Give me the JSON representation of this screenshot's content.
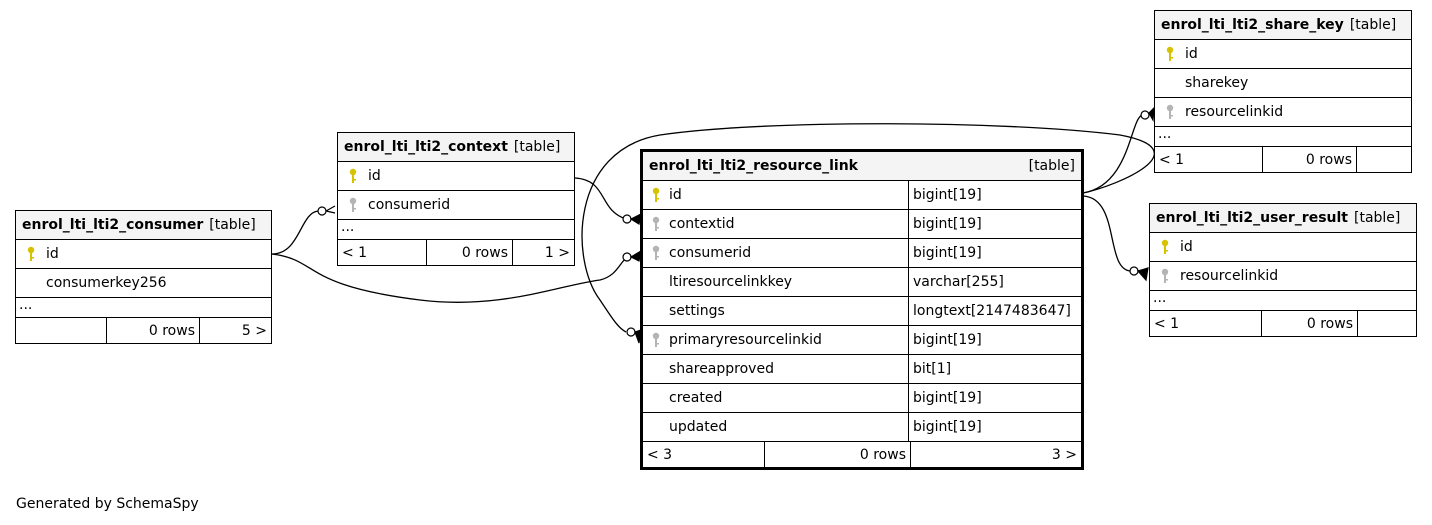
{
  "tables": {
    "consumer": {
      "name": "enrol_lti_lti2_consumer",
      "kind": "[table]",
      "columns": [
        {
          "name": "id",
          "key": "primary-key-icon"
        },
        {
          "name": "consumerkey256",
          "key": ""
        }
      ],
      "more": "...",
      "footer": {
        "prev": "",
        "rows": "0 rows",
        "next": "5 >"
      }
    },
    "context": {
      "name": "enrol_lti_lti2_context",
      "kind": "[table]",
      "columns": [
        {
          "name": "id",
          "key": "primary-key-icon"
        },
        {
          "name": "consumerid",
          "key": "foreign-key-icon"
        }
      ],
      "more": "...",
      "footer": {
        "prev": "< 1",
        "rows": "0 rows",
        "next": "1 >"
      }
    },
    "resource_link": {
      "name": "enrol_lti_lti2_resource_link",
      "kind": "[table]",
      "columns": [
        {
          "name": "id",
          "type": "bigint[19]",
          "key": "primary-key-icon"
        },
        {
          "name": "contextid",
          "type": "bigint[19]",
          "key": "foreign-key-icon"
        },
        {
          "name": "consumerid",
          "type": "bigint[19]",
          "key": "foreign-key-icon"
        },
        {
          "name": "ltiresourcelinkkey",
          "type": "varchar[255]",
          "key": ""
        },
        {
          "name": "settings",
          "type": "longtext[2147483647]",
          "key": ""
        },
        {
          "name": "primaryresourcelinkid",
          "type": "bigint[19]",
          "key": "foreign-key-icon"
        },
        {
          "name": "shareapproved",
          "type": "bit[1]",
          "key": ""
        },
        {
          "name": "created",
          "type": "bigint[19]",
          "key": ""
        },
        {
          "name": "updated",
          "type": "bigint[19]",
          "key": ""
        }
      ],
      "footer": {
        "prev": "< 3",
        "rows": "0 rows",
        "next": "3 >"
      }
    },
    "share_key": {
      "name": "enrol_lti_lti2_share_key",
      "kind": "[table]",
      "columns": [
        {
          "name": "id",
          "key": "primary-key-icon"
        },
        {
          "name": "sharekey",
          "key": ""
        },
        {
          "name": "resourcelinkid",
          "key": "foreign-key-icon"
        }
      ],
      "more": "...",
      "footer": {
        "prev": "< 1",
        "rows": "0 rows",
        "next": ""
      }
    },
    "user_result": {
      "name": "enrol_lti_lti2_user_result",
      "kind": "[table]",
      "columns": [
        {
          "name": "id",
          "key": "primary-key-icon"
        },
        {
          "name": "resourcelinkid",
          "key": "foreign-key-icon"
        }
      ],
      "more": "...",
      "footer": {
        "prev": "< 1",
        "rows": "0 rows",
        "next": ""
      }
    }
  },
  "footer_note": "Generated by SchemaSpy",
  "colors": {
    "primary_key": "#d6c200",
    "foreign_key": "#b4b4b4",
    "header_bg": "#f4f4f4"
  }
}
